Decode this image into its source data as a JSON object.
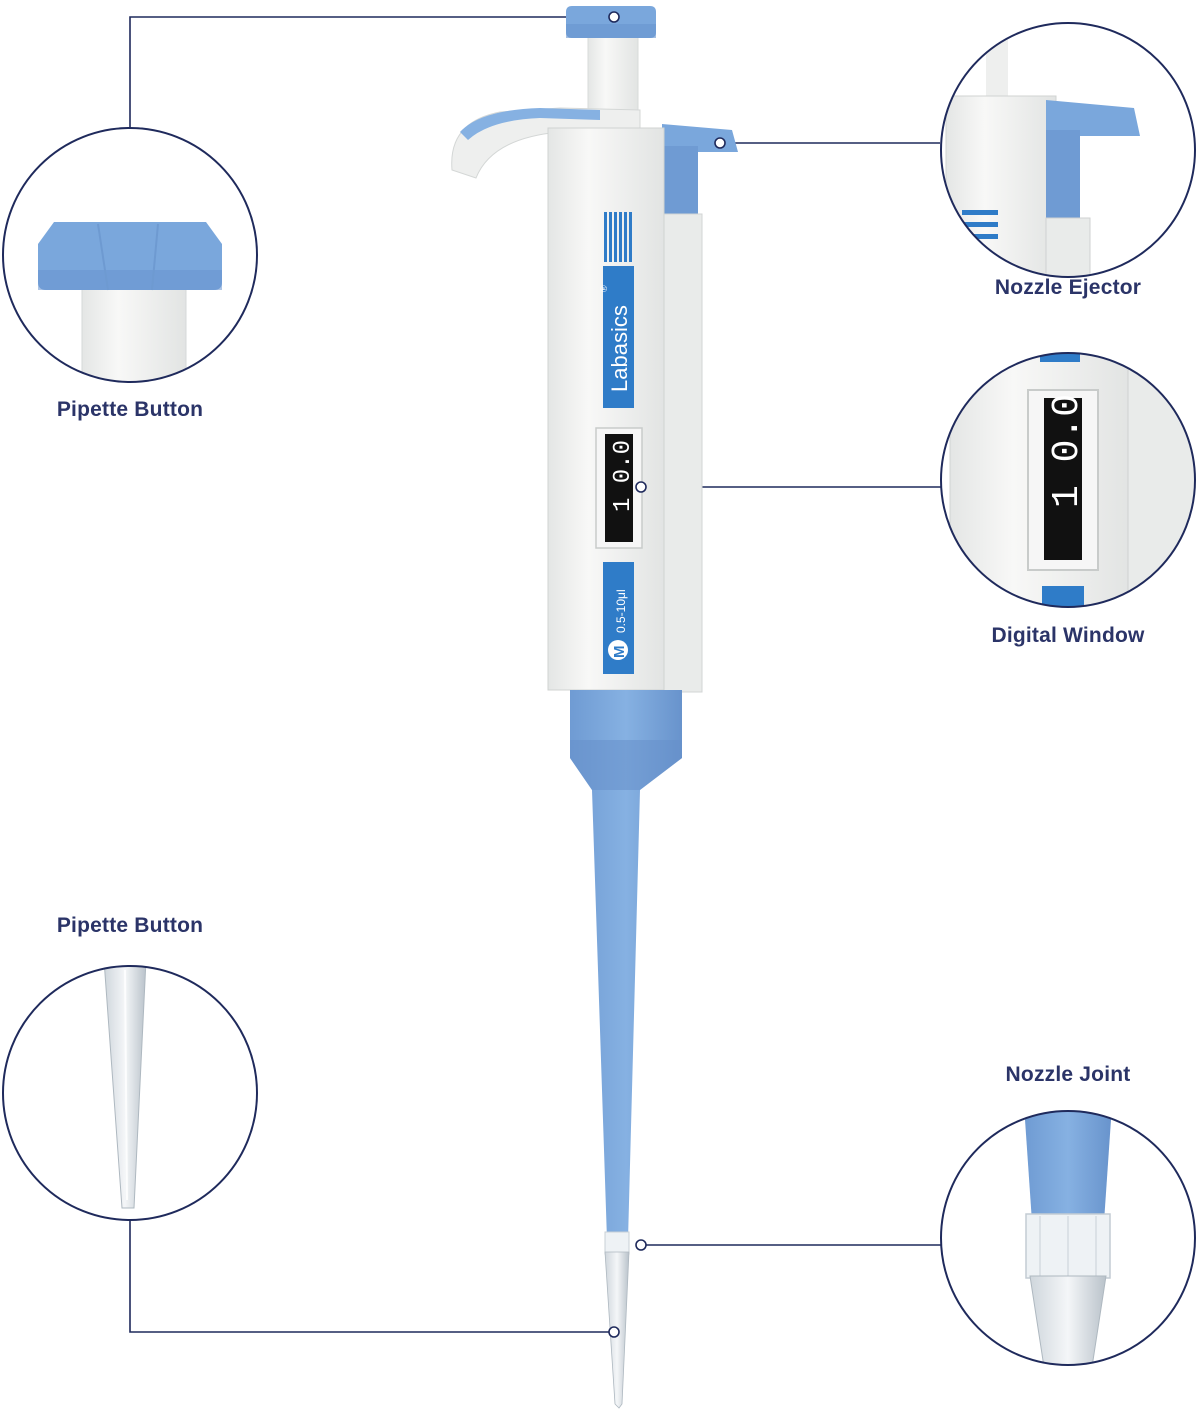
{
  "labels": {
    "pipette_button_top": "Pipette Button",
    "nozzle_ejector": "Nozzle Ejector",
    "digital_window": "Digital Window",
    "pipette_button_bottom": "Pipette Button",
    "nozzle_joint": "Nozzle Joint"
  },
  "pipette": {
    "brand": "Labasics",
    "registered_mark": "®",
    "display_digits": "1 0.0",
    "model_badge": "M",
    "volume_range": "0.5-10μl"
  },
  "colors": {
    "pipette_blue": "#7aa7dc",
    "brand_blue": "#2f7cc8",
    "line_navy": "#1f2a5c",
    "label_navy": "#2b3468",
    "body_white": "#f2f3f2"
  }
}
